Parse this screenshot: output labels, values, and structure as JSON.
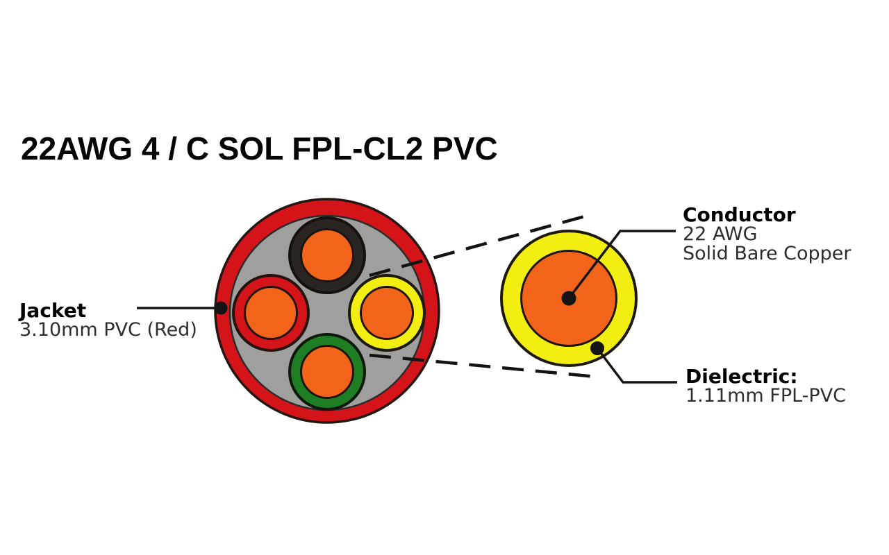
{
  "title": "22AWG 4 / C SOL FPL-CL2 PVC",
  "labels": {
    "jacket": {
      "heading": "Jacket",
      "detail": "3.10mm PVC (Red)"
    },
    "conductor": {
      "heading": "Conductor",
      "size": "22 AWG",
      "material": "Solid Bare Copper"
    },
    "dielectric": {
      "heading": "Dielectric:",
      "detail": "1.11mm FPL-PVC"
    }
  },
  "colors": {
    "background": "#ffffff",
    "jacket_red": "#d41419",
    "filler_gray": "#9f9f9d",
    "insulation_black": "#2a2522",
    "insulation_red": "#d41419",
    "insulation_yellow": "#f3ee12",
    "insulation_green": "#1f7d23",
    "copper_orange": "#f2641a",
    "line_black": "#141414"
  },
  "structure": {
    "main_cross_section": {
      "jacket": "Red PVC jacket",
      "filler": "Gray filler",
      "conductors": [
        {
          "position": "top",
          "insulation_color": "black",
          "core": "copper"
        },
        {
          "position": "left",
          "insulation_color": "red",
          "core": "copper"
        },
        {
          "position": "right",
          "insulation_color": "yellow",
          "core": "copper"
        },
        {
          "position": "bottom",
          "insulation_color": "green",
          "core": "copper"
        }
      ]
    },
    "detail_cross_section": {
      "dielectric": "yellow FPL-PVC ring",
      "conductor": "solid bare copper core"
    }
  }
}
